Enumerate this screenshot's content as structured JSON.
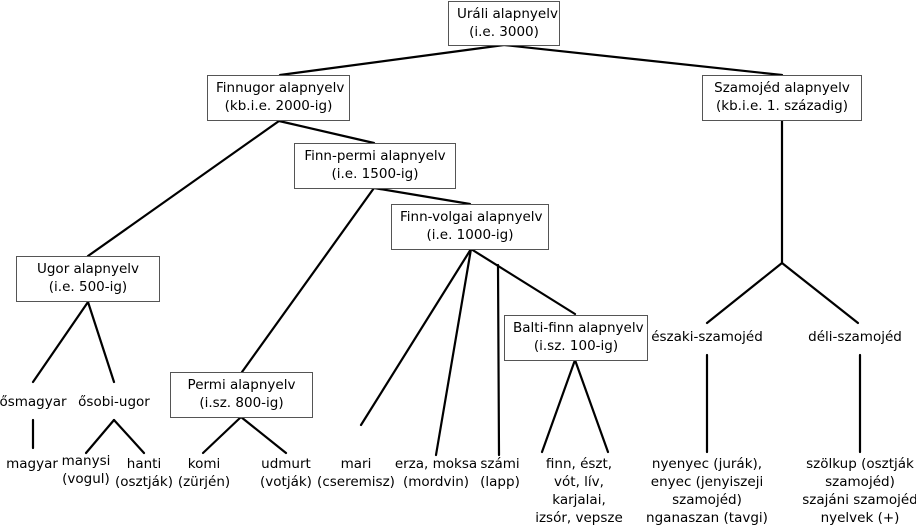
{
  "title": "Uráli nyelvcsalád családfája",
  "nodes": {
    "urali": {
      "name": "Uráli alapnyelv",
      "date": "(i.e. 3000)"
    },
    "finnugor": {
      "name": "Finnugor alapnyelv",
      "date": "(kb.i.e. 2000-ig)"
    },
    "szamojed": {
      "name": "Szamojéd alapnyelv",
      "date": "(kb.i.e. 1. századig)"
    },
    "finnpermi": {
      "name": "Finn-permi alapnyelv",
      "date": "(i.e. 1500-ig)"
    },
    "finnvolgai": {
      "name": "Finn-volgai alapnyelv",
      "date": "(i.e. 1000-ig)"
    },
    "ugor": {
      "name": "Ugor alapnyelv",
      "date": "(i.e. 500-ig)"
    },
    "baltifinn": {
      "name": "Balti-finn alapnyelv",
      "date": "(i.sz. 100-ig)"
    },
    "permi": {
      "name": "Permi alapnyelv",
      "date": "(i.sz. 800-ig)"
    },
    "osmagyar": {
      "name": "ősmagyar"
    },
    "osobiugor": {
      "name": "ősobi-ugor"
    },
    "eszakiszamojed": {
      "name": "északi-szamojéd"
    },
    "deliszamojed": {
      "name": "déli-szamojéd"
    },
    "magyar": {
      "lines": [
        "magyar"
      ]
    },
    "manysi": {
      "lines": [
        "manysi",
        "(vogul)"
      ]
    },
    "hanti": {
      "lines": [
        "hanti",
        "(osztják)"
      ]
    },
    "komi": {
      "lines": [
        "komi",
        "(zürjén)"
      ]
    },
    "udmurt": {
      "lines": [
        "udmurt",
        "(votják)"
      ]
    },
    "mari": {
      "lines": [
        "mari",
        "(cseremisz)"
      ]
    },
    "mordvin": {
      "lines": [
        "erza, moksa",
        "(mordvin)"
      ]
    },
    "szami": {
      "lines": [
        "számi",
        "(lapp)"
      ]
    },
    "baltifinn_langs": {
      "lines": [
        "finn, észt,",
        "vót, lív,",
        "karjalai,",
        "izsór, vepsze"
      ]
    },
    "eszaki_langs": {
      "lines": [
        "nyenyec (jurák),",
        "enyec (jenyiszeji",
        "szamojéd)",
        "nganaszan (tavgi)"
      ]
    },
    "deli_langs": {
      "lines": [
        "szölkup (osztják",
        "szamojéd)",
        "szajáni szamojéd",
        "nyelvek (+)"
      ]
    }
  }
}
